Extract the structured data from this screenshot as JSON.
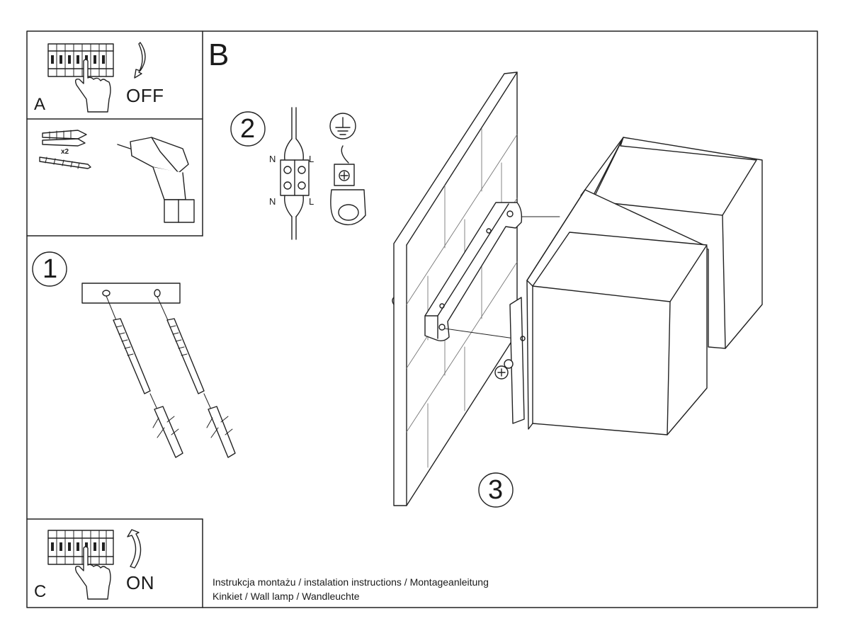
{
  "panels": {
    "a": {
      "letter": "A",
      "state": "OFF"
    },
    "b": {
      "letter": "B"
    },
    "c": {
      "letter": "C",
      "state": "ON"
    }
  },
  "tools": {
    "quantity": "x2"
  },
  "steps": {
    "one": "1",
    "two": "2",
    "three": "3"
  },
  "wiring": {
    "n_top": "N",
    "l_top": "L",
    "n_bottom": "N",
    "l_bottom": "L"
  },
  "footer": {
    "line1": "Instrukcja montażu / instalation instructions / Montageanleitung",
    "line2": "Kinkiet / Wall lamp / Wandleuchte"
  }
}
